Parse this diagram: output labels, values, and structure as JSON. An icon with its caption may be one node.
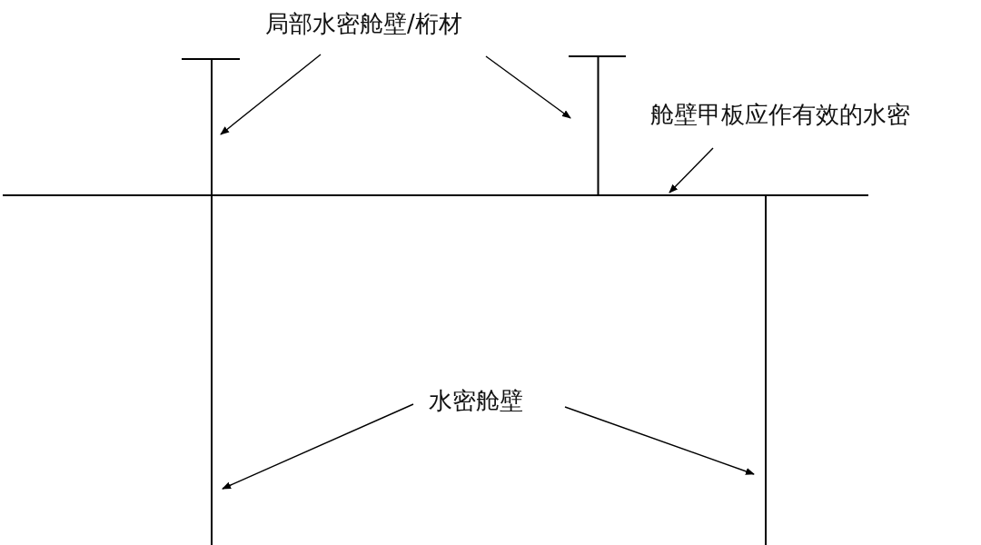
{
  "diagram": {
    "nodes": [
      {
        "text": [
          "局部水密舱壁/桁材"
        ]
      },
      {
        "text": [],
        "shape": "bar"
      },
      {
        "text": [],
        "shape": "bar"
      },
      {
        "text": [
          "舱壁甲板应作有效的水密"
        ]
      },
      {
        "text": [],
        "shape": "bar"
      },
      {
        "text": [
          "水密舱壁"
        ]
      },
      {
        "text": [],
        "shape": "bar"
      },
      {
        "text": [],
        "shape": "bar"
      }
    ],
    "edges": [
      {
        "from": 0,
        "to": 1,
        "arrow": "to"
      },
      {
        "from": 0,
        "to": 2,
        "arrow": "to"
      },
      {
        "from": 3,
        "to": 4,
        "arrow": "to"
      },
      {
        "from": 5,
        "to": 6,
        "arrow": "to"
      },
      {
        "from": 5,
        "to": 7,
        "arrow": "to"
      }
    ]
  }
}
